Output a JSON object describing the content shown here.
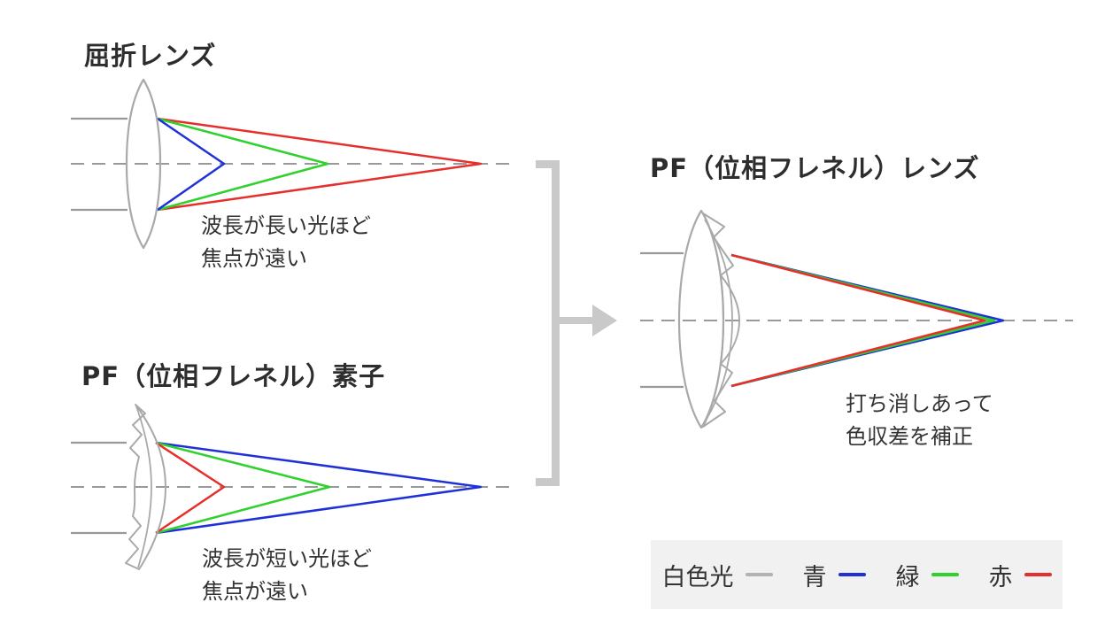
{
  "colors": {
    "red": "#e62e2b",
    "green": "#2ed12e",
    "blue": "#2030d8",
    "axis_gray": "#999999",
    "lens_gray": "#a9a9a9",
    "bracket_gray": "#c9c9c9",
    "white_light_gray": "#b3b3b3",
    "legend_bg": "#f1f1f1",
    "text_dark": "#2d2d2d",
    "caption_gray": "#333333"
  },
  "diagrams": {
    "refractive": {
      "title": "屈折レンズ",
      "caption_line1": "波長が長い光ほど",
      "caption_line2": "焦点が遠い"
    },
    "pf_element": {
      "title": "PF（位相フレネル）素子",
      "caption_line1": "波長が短い光ほど",
      "caption_line2": "焦点が遠い"
    },
    "pf_lens": {
      "title": "PF（位相フレネル）レンズ",
      "caption_line1": "打ち消しあって",
      "caption_line2": "色収差を補正"
    }
  },
  "legend": {
    "items": [
      {
        "label": "白色光"
      },
      {
        "label": "青"
      },
      {
        "label": "緑"
      },
      {
        "label": "赤"
      }
    ]
  }
}
